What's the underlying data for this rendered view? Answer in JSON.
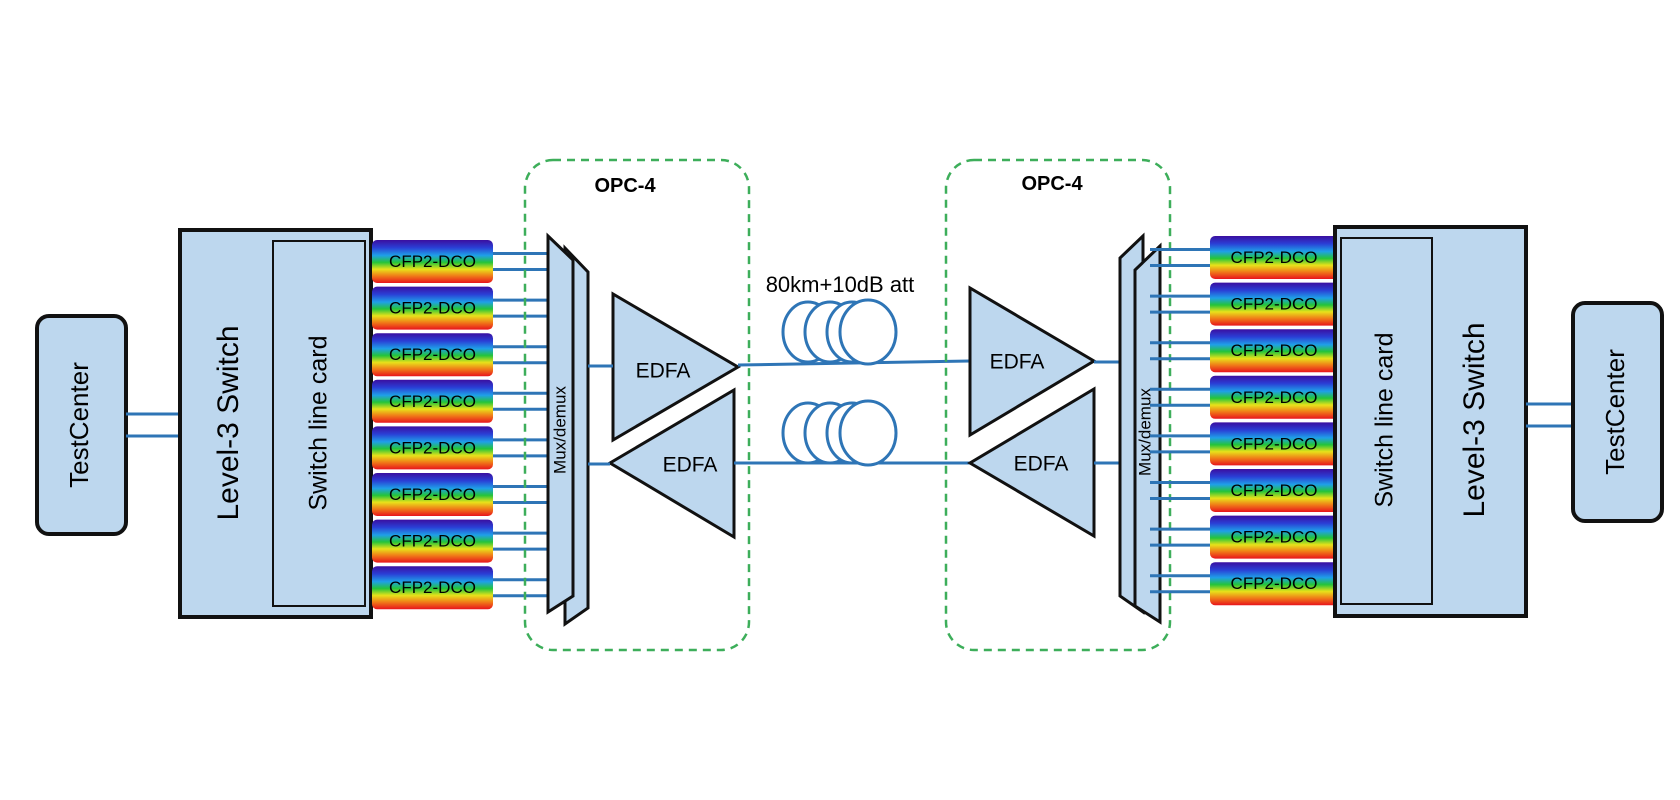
{
  "colors": {
    "box_fill": "#bdd7ee",
    "outline": "#111111",
    "fiber": "#2e75b6",
    "opc_border": "#3dae5a",
    "spectrum": [
      "#3b0fa0",
      "#2a3fd6",
      "#1fa0e8",
      "#24c43a",
      "#e8e21a",
      "#f07818",
      "#e8141c"
    ]
  },
  "left": {
    "testcenter": "TestCenter",
    "switch": "Level-3 Switch",
    "line_card": "Switch line card",
    "modules": [
      "CFP2-DCO",
      "CFP2-DCO",
      "CFP2-DCO",
      "CFP2-DCO",
      "CFP2-DCO",
      "CFP2-DCO",
      "CFP2-DCO",
      "CFP2-DCO"
    ],
    "opc_title": "OPC-4",
    "mux": "Mux/demux",
    "edfa_tx": "EDFA",
    "edfa_rx": "EDFA"
  },
  "right": {
    "testcenter": "TestCenter",
    "switch": "Level-3 Switch",
    "line_card": "Switch line card",
    "modules": [
      "CFP2-DCO",
      "CFP2-DCO",
      "CFP2-DCO",
      "CFP2-DCO",
      "CFP2-DCO",
      "CFP2-DCO",
      "CFP2-DCO",
      "CFP2-DCO"
    ],
    "opc_title": "OPC-4",
    "mux": "Mux/demux",
    "edfa_rx": "EDFA",
    "edfa_tx": "EDFA"
  },
  "link": {
    "label": "80km+10dB att"
  }
}
